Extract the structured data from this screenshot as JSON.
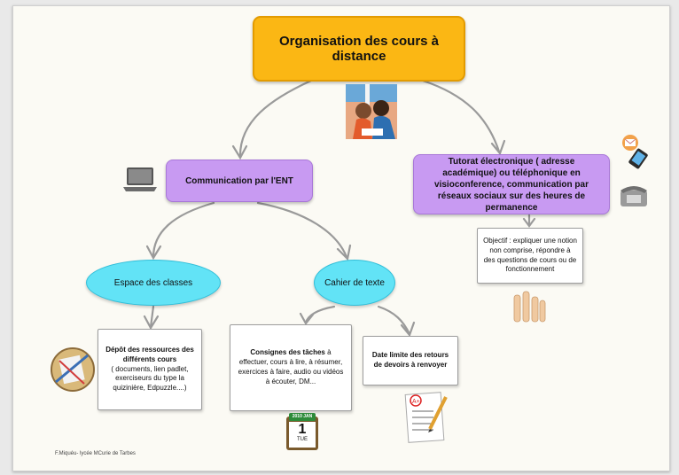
{
  "root": {
    "label": "Organisation des cours à distance"
  },
  "ent": {
    "label": "Communication par l'ENT"
  },
  "tutorat": {
    "label": "Tutorat électronique ( adresse académique) ou téléphonique en visioconference, communication par réseaux sociaux sur des heures de permanence"
  },
  "objectif": {
    "label": "Objectif : expliquer une notion non comprise, répondre à des questions de cours ou de fonctionnement"
  },
  "espace": {
    "label": "Espace des classes"
  },
  "cahier": {
    "label": "Cahier de texte"
  },
  "depot": {
    "title": "Dépôt des ressources des différents cours",
    "body": "( documents, lien padlet, exerciseurs du type la quizinière, Edpuzzle....)"
  },
  "consignes": {
    "title": "Consignes des tâches",
    "body": "à effectuer, cours à lire, à résumer, exercices à faire, audio ou vidéos à écouter, DM..."
  },
  "date": {
    "label": "Date limite des retours de devoirs à renvoyer"
  },
  "calendar": {
    "year": "2010",
    "month": "JAN",
    "day": "1",
    "weekday": "TUE"
  },
  "grade": {
    "label": "A+"
  },
  "credit": {
    "label": "F.Miquéu- lycée MCurie de Tarbes"
  },
  "icons": [
    "students-photo-icon",
    "laptop-icon",
    "email-phone-icon",
    "desk-phone-icon",
    "raised-hands-icon",
    "school-supplies-icon",
    "calendar-icon",
    "graded-test-icon"
  ],
  "colors": {
    "root": "#fbb714",
    "purple": "#c89af2",
    "oval": "#62e3f6",
    "arrow": "#9a9a9a"
  }
}
